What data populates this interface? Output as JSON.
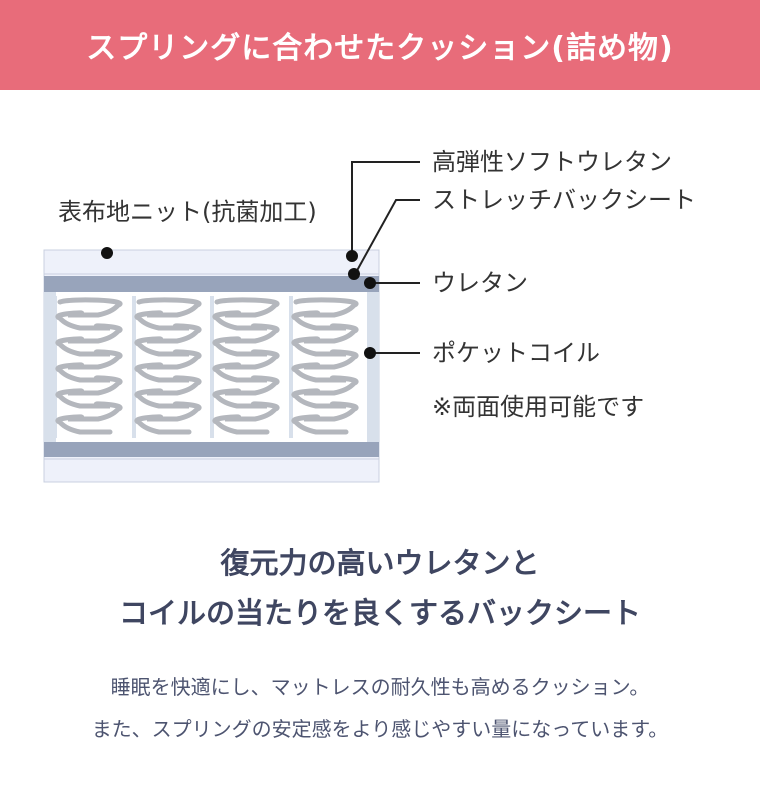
{
  "header": {
    "title": "スプリングに合わせたクッション(詰め物)"
  },
  "diagram": {
    "labels": {
      "knit": "表布地ニット(抗菌加工)",
      "high_resilience": "高弾性ソフトウレタン",
      "stretch_sheet": "ストレッチバックシート",
      "urethane": "ウレタン",
      "pocket_coil": "ポケットコイル",
      "note": "※両面使用可能です"
    },
    "colors": {
      "cover": "#eef1fa",
      "urethane_layer": "#98a4bb",
      "coil_bg": "#ffffff",
      "coil_stroke": "#b4b7bd",
      "side_panel": "#d8e0eb"
    }
  },
  "headline": {
    "line1": "復元力の高いウレタンと",
    "line2": "コイルの当たりを良くするバックシート"
  },
  "body": {
    "line1": "睡眠を快適にし、マットレスの耐久性も高めるクッション。",
    "line2": "また、スプリングの安定感をより感じやすい量になっています。"
  }
}
